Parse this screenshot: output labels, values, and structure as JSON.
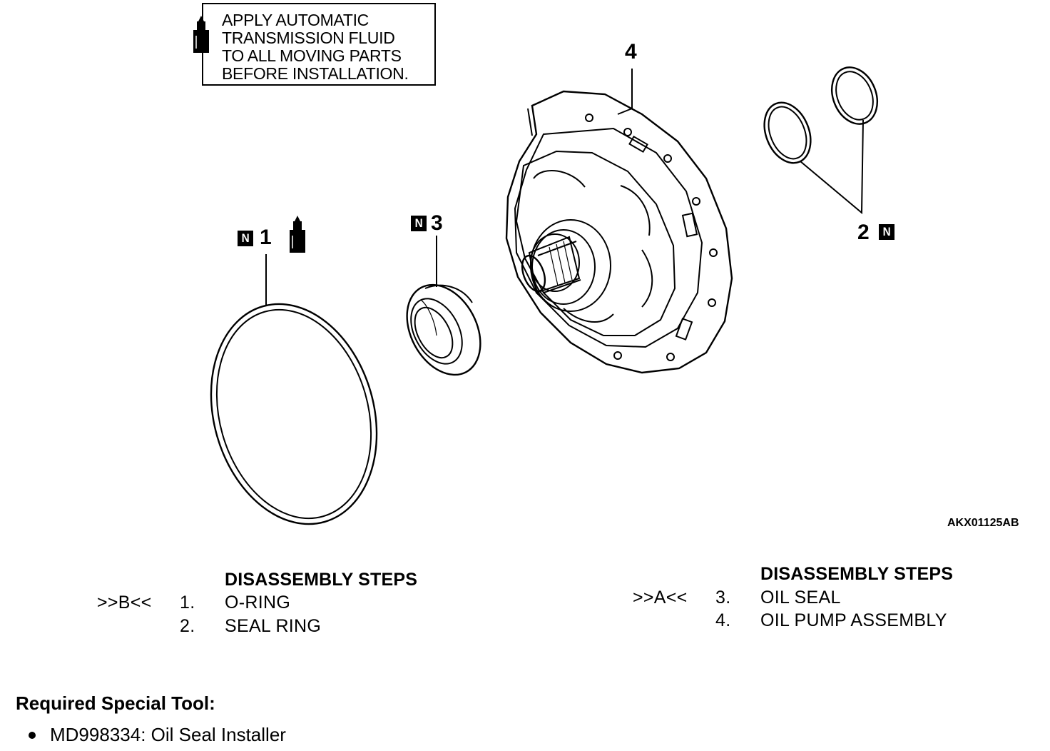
{
  "note": {
    "lines": [
      "APPLY AUTOMATIC",
      "TRANSMISSION FLUID",
      "TO ALL MOVING PARTS",
      "BEFORE INSTALLATION."
    ]
  },
  "callouts": {
    "c1": "1",
    "c2": "2",
    "c3": "3",
    "c4": "4",
    "badge": "N"
  },
  "figure_code": "AKX01125AB",
  "steps_left": {
    "heading": "DISASSEMBLY STEPS",
    "items": [
      {
        "mark": ">>B<<",
        "num": "1.",
        "label": "O-RING"
      },
      {
        "mark": "",
        "num": "2.",
        "label": "SEAL RING"
      }
    ]
  },
  "steps_right": {
    "heading": "DISASSEMBLY STEPS",
    "items": [
      {
        "mark": ">>A<<",
        "num": "3.",
        "label": "OIL SEAL"
      },
      {
        "mark": "",
        "num": "4.",
        "label": "OIL PUMP ASSEMBLY"
      }
    ]
  },
  "special_tool": {
    "title": "Required Special Tool:",
    "items": [
      "MD998334: Oil Seal Installer"
    ]
  }
}
